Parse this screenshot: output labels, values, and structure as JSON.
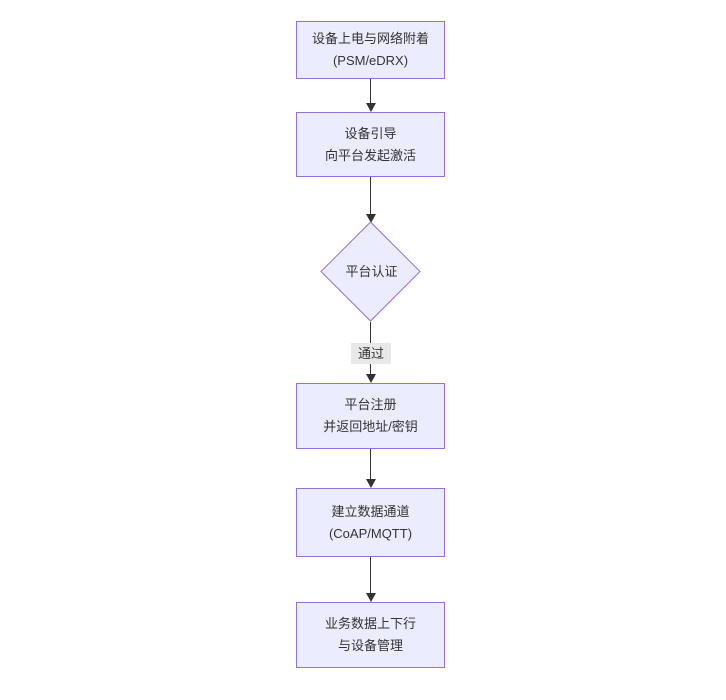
{
  "colors": {
    "canvas_bg": "#ffffff",
    "node_fill": "#ECECFF",
    "node_border": "#9370DB",
    "edge_color": "#333333",
    "text_color": "#333333",
    "label_bg": "#e8e8e8"
  },
  "diagram_type": "flowchart-top-down",
  "nodes": [
    {
      "shape": "rect",
      "lines": [
        "设备上电与网络附着",
        "(PSM/eDRX)"
      ]
    },
    {
      "shape": "rect",
      "lines": [
        "设备引导",
        "向平台发起激活"
      ]
    },
    {
      "shape": "diamond",
      "lines": [
        "平台认证"
      ]
    },
    {
      "shape": "rect",
      "lines": [
        "平台注册",
        "并返回地址/密钥"
      ]
    },
    {
      "shape": "rect",
      "lines": [
        "建立数据通道",
        "(CoAP/MQTT)"
      ]
    },
    {
      "shape": "rect",
      "lines": [
        "业务数据上下行",
        "与设备管理"
      ]
    }
  ],
  "edges": [
    {
      "from": 0,
      "to": 1,
      "label": ""
    },
    {
      "from": 1,
      "to": 2,
      "label": ""
    },
    {
      "from": 2,
      "to": 3,
      "label": "通过"
    },
    {
      "from": 3,
      "to": 4,
      "label": ""
    },
    {
      "from": 4,
      "to": 5,
      "label": ""
    }
  ]
}
